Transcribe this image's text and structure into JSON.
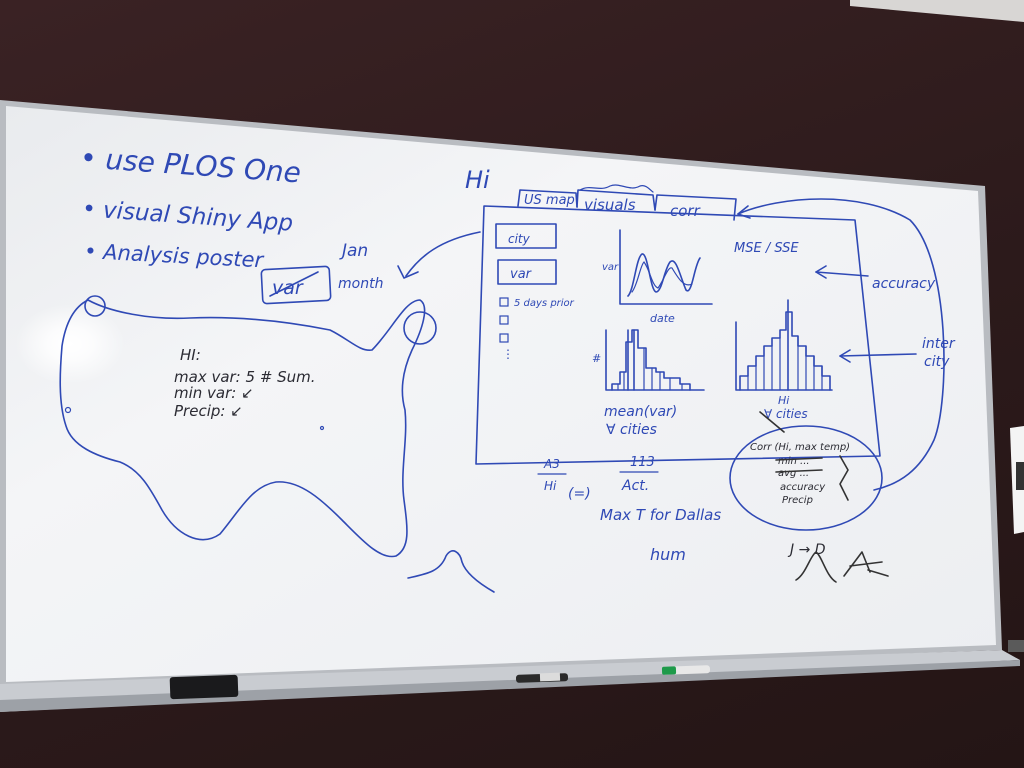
{
  "board": {
    "top_notes": {
      "line1": "• use PLOS One",
      "line2": "• visual Shiny App",
      "line3": "• Analysis poster",
      "corner": "Hi"
    },
    "left_labels": {
      "var_boxed": "var",
      "jan": "Jan",
      "month": "month"
    },
    "stats": {
      "title": "HI:",
      "max_var": "max var: 5 # Sum.",
      "min_var": "min var: ↙",
      "precip": "Precip: ↙"
    },
    "app_mockup": {
      "tabs": [
        "US map",
        "visuals",
        "corr"
      ],
      "selector_city": "city",
      "selector_var": "var",
      "checkbox_label": "5 days prior",
      "checkbox_more": "⋮",
      "chart_top_ylabel": "var",
      "chart_top_xlabel": "date",
      "mse_label": "MSE / SSE",
      "hist_left_ylabel": "#",
      "hist_left_caption_1": "mean(var)",
      "hist_left_caption_2": "∀ cities",
      "hist_right_caption_1": "Hi",
      "hist_right_caption_2": "∀ cities"
    },
    "side_labels": {
      "accuracy": "accuracy",
      "inter": "inter",
      "city": "city"
    },
    "corr_bubble": {
      "line1": "Corr (Hi, max temp)",
      "line2": "min ...",
      "line3": "avg ...",
      "line4": "accuracy",
      "line5": "Precip"
    },
    "bottom_notes": {
      "frac_left_top": "A3",
      "frac_left_bottom": "Hi",
      "frac_right_top": "113",
      "frac_right_bottom": "Act.",
      "equiv": "(=)",
      "maxt": "Max T for Dallas",
      "hum": "hum",
      "jd": "J → D"
    }
  },
  "colors": {
    "marker_blue": "#2f49b5",
    "board": "#f1f2f4",
    "frame": "#b9bcc1",
    "wall": "#2c1a1b"
  },
  "tray_items": {
    "eraser": "eraser",
    "marker_black": "Expo marker",
    "marker_green": "Expo marker"
  }
}
